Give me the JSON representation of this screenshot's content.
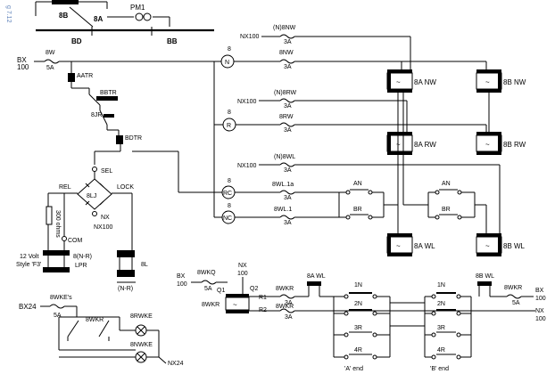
{
  "side_label": "g 7.12",
  "top": {
    "bus_8b": "8B",
    "bus_8a": "8A",
    "pm1": "PM1",
    "bd": "BD",
    "bb": "BB"
  },
  "left": {
    "bx100_a": "BX",
    "bx100_b": "100",
    "f8w": "8W",
    "f8w_amp": "5A",
    "aatr": "AATR",
    "bbtr": "BBTR",
    "jr8": "8JR",
    "bdtr": "BDTR",
    "sel": "SEL",
    "rel": "REL",
    "lock": "LOCK",
    "lj8": "8LJ",
    "nx": "NX",
    "nx100": "NX100",
    "ohms": "300 ohms",
    "com": "COM",
    "volt_1": "12 Volt",
    "volt_2": "Style 'F3'",
    "lpr_1": "8(N-R)",
    "lpr_2": "LPR",
    "l8": "8L",
    "nr": "(N-R)"
  },
  "circuits": {
    "nw_nx": "NX100",
    "nw_fuse": "(N)8NW",
    "nw_amp": "3A",
    "n_num": "8",
    "n_letter": "N",
    "nw2_fuse": "8NW",
    "nw2_amp": "3A",
    "ind_8a_nw": "8A NW",
    "ind_8b_nw": "8B NW",
    "rw_nx": "NX100",
    "rw_fuse": "(N)8RW",
    "rw_amp": "3A",
    "r_num": "8",
    "r_letter": "R",
    "rw2_fuse": "8RW",
    "rw2_amp": "3A",
    "ind_8a_rw": "8A RW",
    "ind_8b_rw": "8B RW",
    "wl_nx": "NX100",
    "wl_fuse": "(N)8WL",
    "wl_amp": "3A",
    "rc_num": "8",
    "rc_letter": "RC",
    "wl1a_fuse": "8WL.1a",
    "wl1a_amp": "3A",
    "nc_num": "8",
    "nc_letter": "NC",
    "wl1_fuse": "8WL.1",
    "wl1_amp": "3A",
    "an_a": "AN",
    "br_a": "BR",
    "an_b": "AN",
    "br_b": "BR",
    "ind_8a_wl": "8A WL",
    "ind_8b_wl": "8B WL"
  },
  "bottom": {
    "bx100_a": "BX",
    "bx100_b": "100",
    "wkq": "8WKQ",
    "wkq_amp": "5A",
    "q1": "Q1",
    "nx100_a": "NX",
    "nx100_b": "100",
    "q2": "Q2",
    "r1": "R1",
    "r2": "R2",
    "wkr_dev": "8WKR",
    "wkr_f1": "8WKR",
    "wkr_f1_amp": "3A",
    "wkr_f2": "8WKR",
    "wkr_f2_amp": "3A",
    "a_wl": "8A WL",
    "b_wl": "8B WL",
    "c1n_a": "1N",
    "c2n_a": "2N",
    "c3r_a": "3R",
    "c4r_a": "4R",
    "c1n_b": "1N",
    "c2n_b": "2N",
    "c3r_b": "3R",
    "c4r_b": "4R",
    "a_end": "'A' end",
    "b_end": "'B' end",
    "wkr_out": "8WKR",
    "wkr_out_amp": "5A",
    "bx_out_a": "BX",
    "bx_out_b": "100",
    "nx_out_a": "NX",
    "nx_out_b": "100"
  },
  "bottom_left": {
    "bx24": "BX24",
    "wkes": "8WKE's",
    "wkes_amp": "5A",
    "wkr_sw": "8WKR",
    "rwke": "8RWKE",
    "nwke": "8NWKE",
    "nx24": "NX24"
  }
}
